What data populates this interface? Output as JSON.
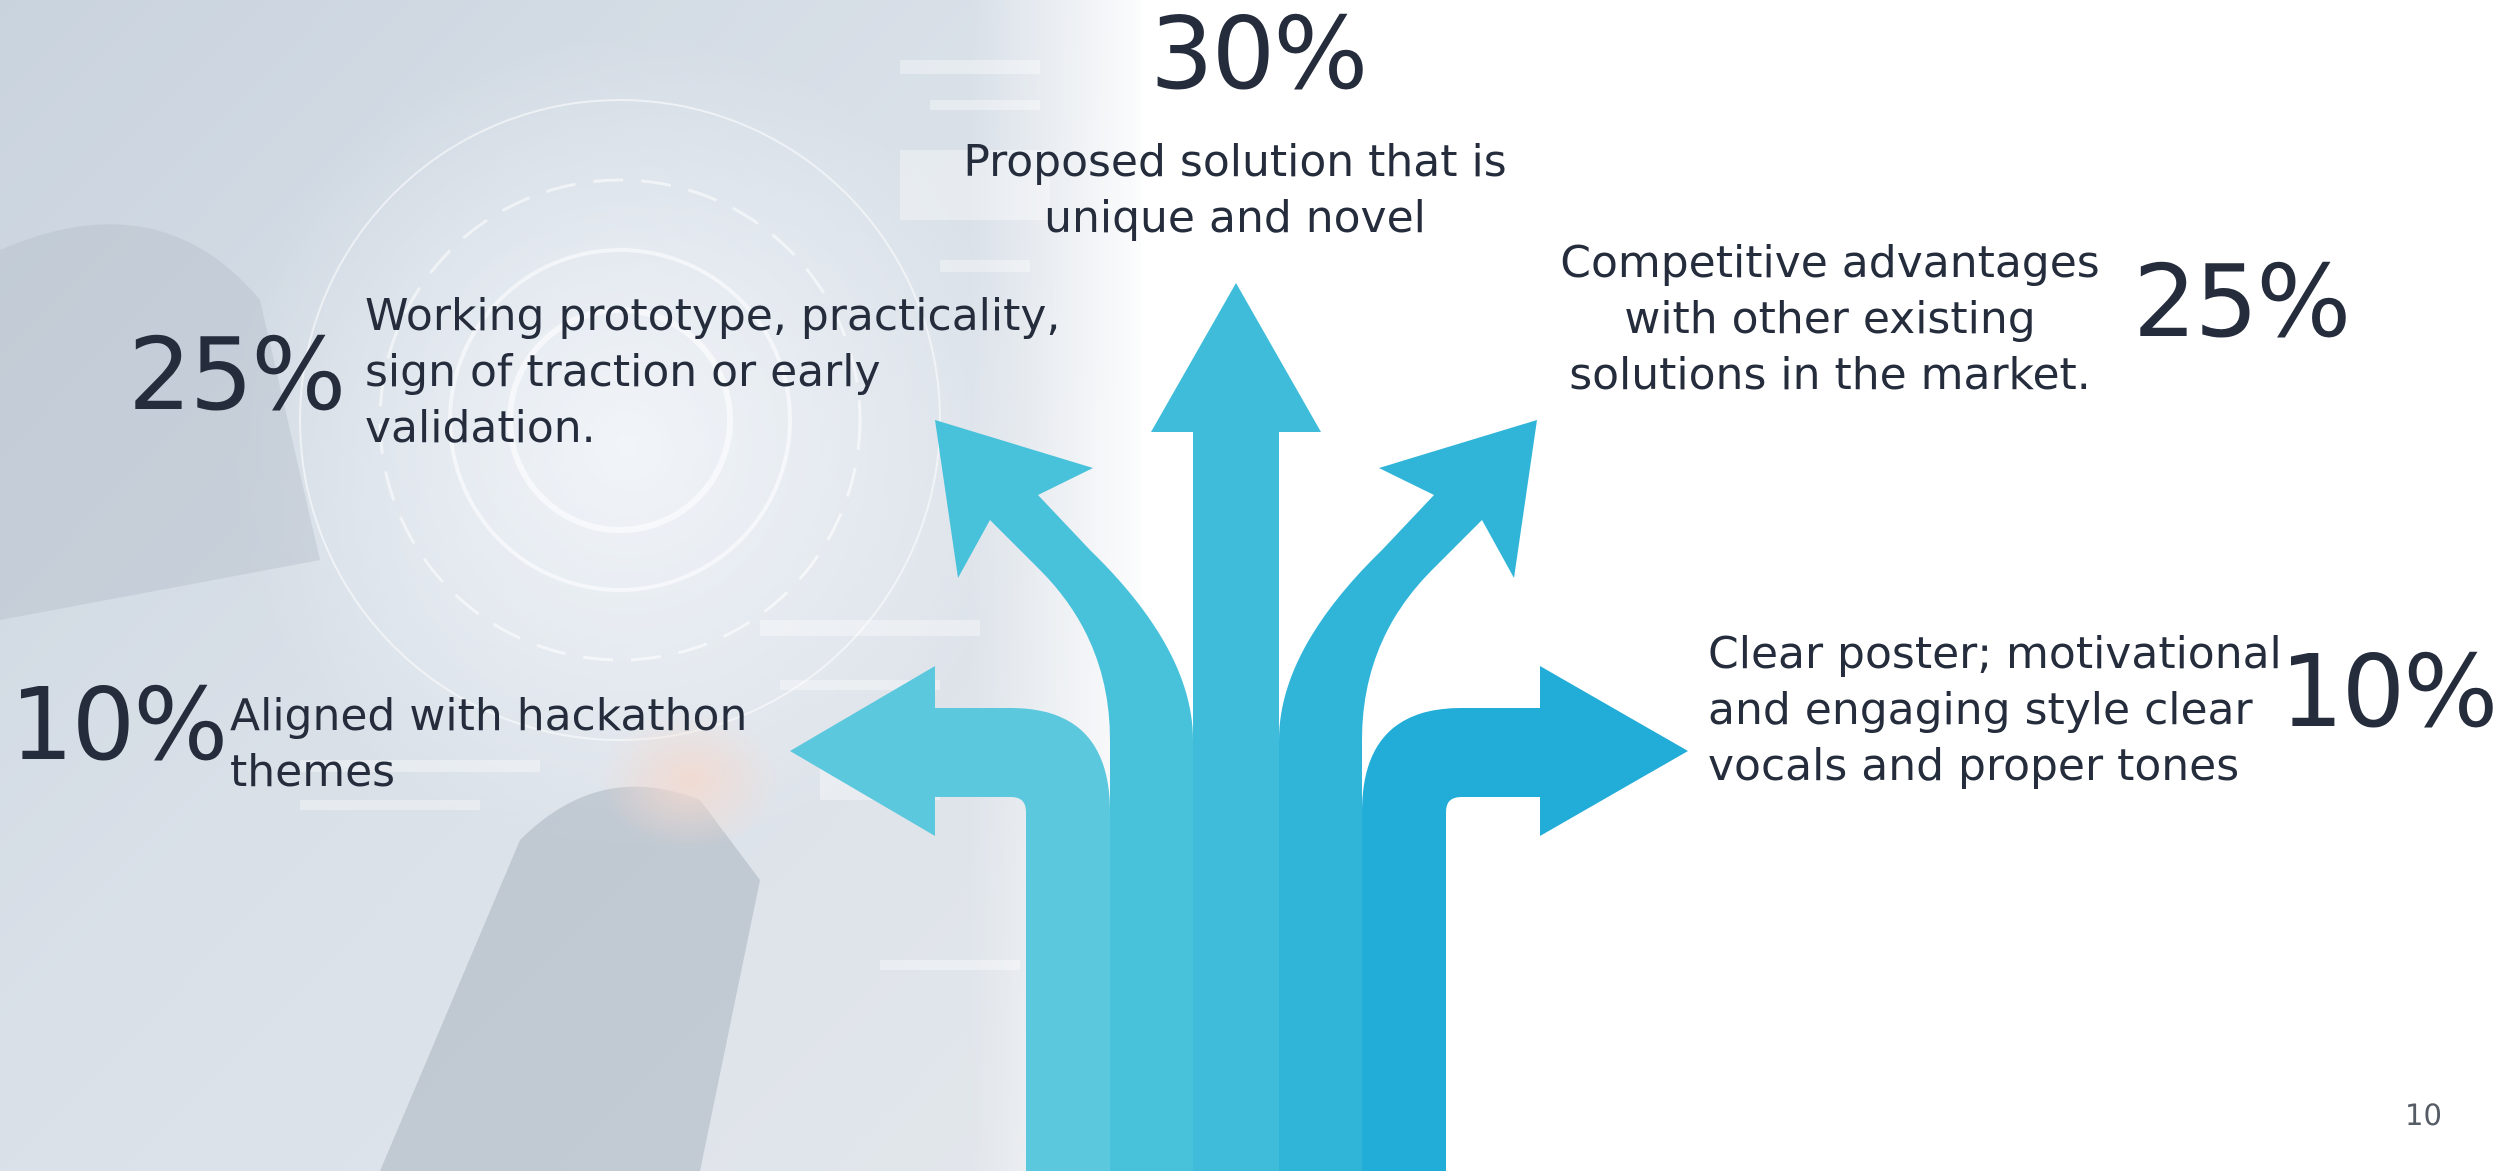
{
  "slide": {
    "page_number": "10"
  },
  "colors": {
    "arrow_left": "#5bc8dd",
    "arrow_left_mid": "#48c1da",
    "arrow_center": "#3fbcd9",
    "arrow_right_mid": "#30b5d9",
    "arrow_right": "#22acd8",
    "text": "#252d3d"
  },
  "criteria": [
    {
      "id": "novelty",
      "percent": "30%",
      "description": "Proposed solution that is\nunique and novel"
    },
    {
      "id": "prototype",
      "percent": "25%",
      "description": "Working prototype, practicality,\nsign of traction or early\nvalidation."
    },
    {
      "id": "competitive",
      "percent": "25%",
      "description": "Competitive advantages\nwith other existing\nsolutions in the market."
    },
    {
      "id": "themes",
      "percent": "10%",
      "description": "Aligned with hackathon\nthemes"
    },
    {
      "id": "poster",
      "percent": "10%",
      "description": "Clear poster; motivational\nand engaging style clear\nvocals and proper tones"
    }
  ]
}
